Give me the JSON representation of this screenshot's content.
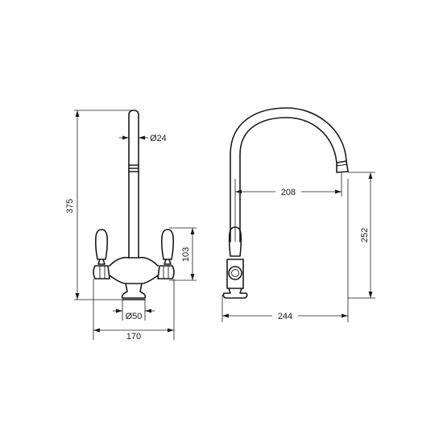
{
  "front_view": {
    "height_total": "375",
    "spout_diameter": "Ø24",
    "lever_height": "103",
    "base_diameter": "Ø50",
    "overall_width": "170"
  },
  "side_view": {
    "spout_reach": "208",
    "spout_height": "252",
    "overall_depth": "244"
  }
}
